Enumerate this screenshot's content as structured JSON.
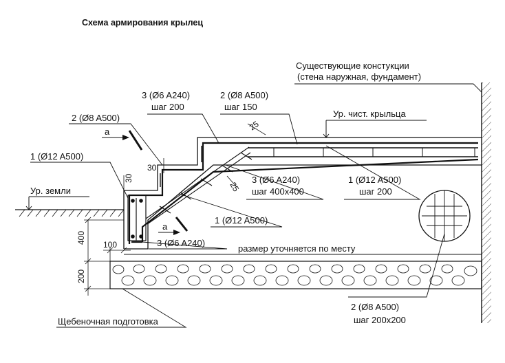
{
  "title": "Схема армирования крылец",
  "labels": {
    "existing_line1": "Существующие констукции",
    "existing_line2": "(стена наружная, фундамент)",
    "ur_chist": "Ур. чист. крыльца",
    "ur_zemli": "Ур. земли",
    "rebar_3_top_line1": "3 (Ø6 A240)",
    "rebar_3_top_line2": "шаг 200",
    "rebar_2_top_line1": "2 (Ø8 A500)",
    "rebar_2_top_line2": "шаг 150",
    "rebar_2_left": "2 (Ø8 A500)",
    "rebar_1_left": "1 (Ø12 A500)",
    "rebar_3_mid_line1": "3 (Ø6 A240)",
    "rebar_3_mid_line2": "шаг 400х400",
    "rebar_1_right_line1": "1 (Ø12 A500)",
    "rebar_1_right_line2": "шаг 200",
    "rebar_1_low": "1 (Ø12 A500)",
    "rebar_3_bottom": "3 (Ø6 A240)",
    "razmer": "размер уточняется по месту",
    "rebar_2_bottom_line1": "2 (Ø8 A500)",
    "rebar_2_bottom_line2": "шаг 200х200",
    "gravel": "Щебеночная подготовка",
    "section_a_top": "a",
    "section_a_bottom": "a"
  },
  "dimensions": {
    "d30_left": "30",
    "d30_right": "30",
    "d25_top": "25",
    "d25_mid": "25",
    "d100": "100",
    "d400": "400",
    "d200": "200"
  },
  "colors": {
    "line": "#111111",
    "background": "#ffffff"
  }
}
